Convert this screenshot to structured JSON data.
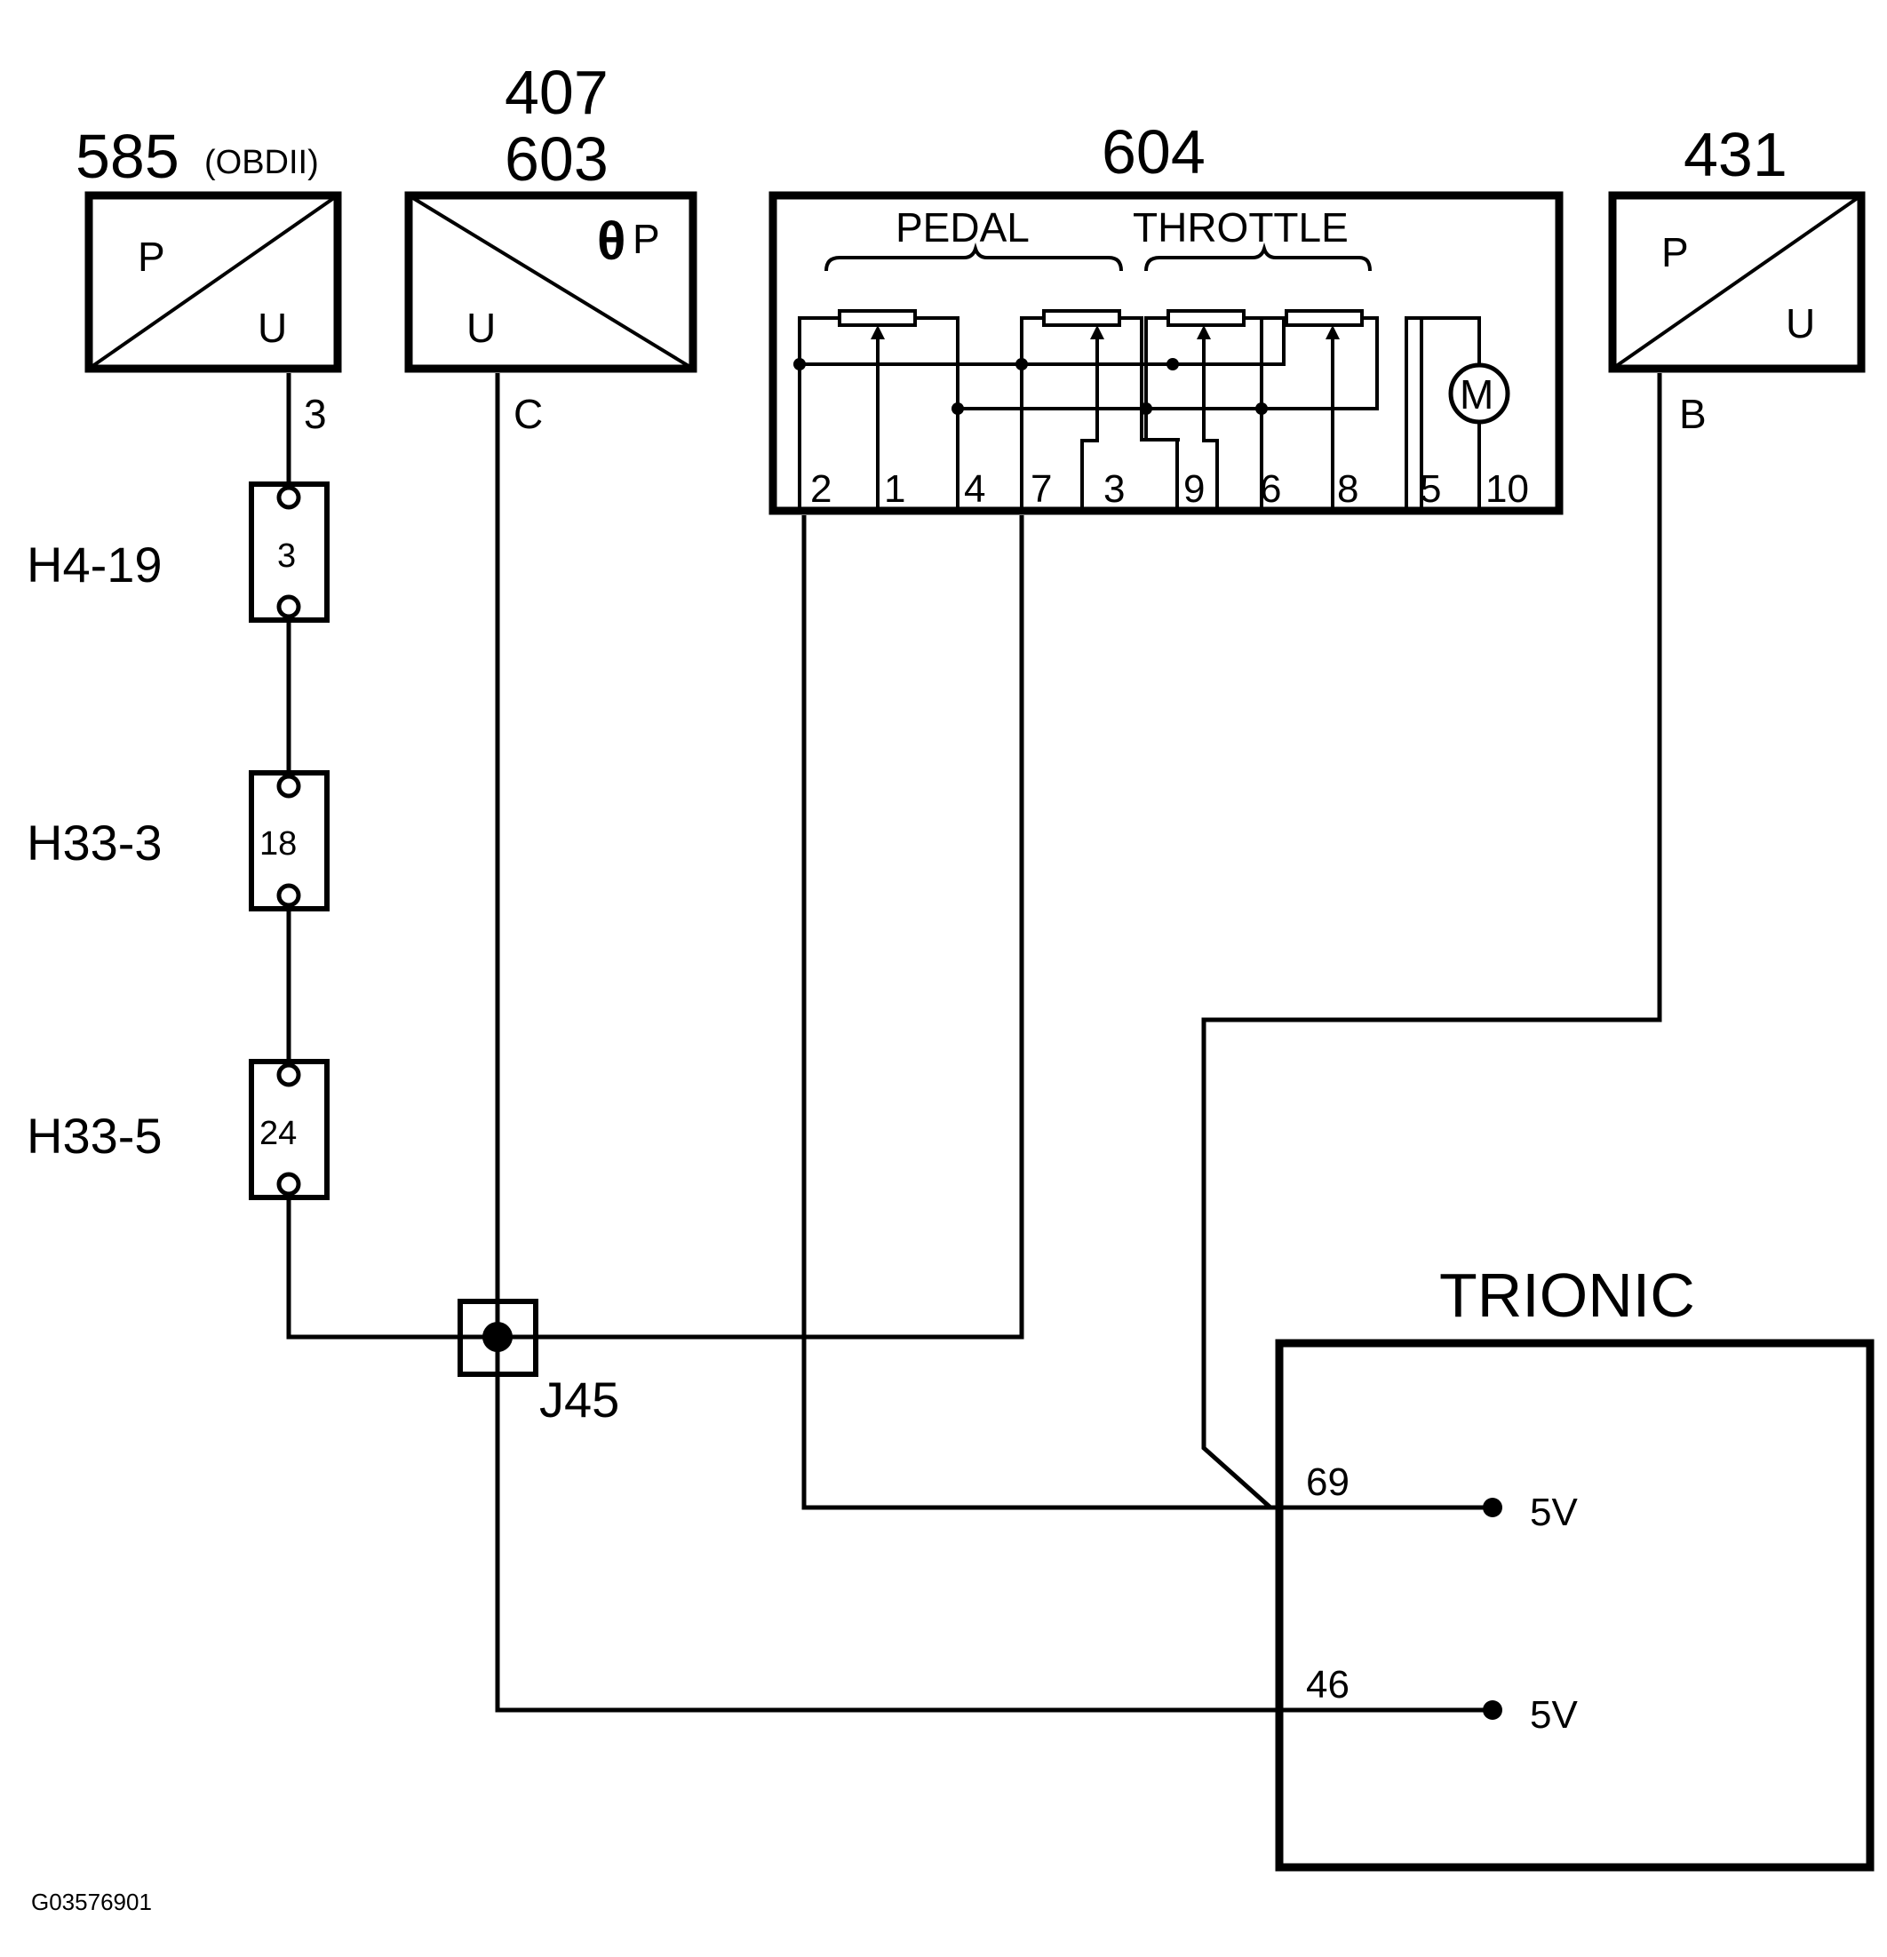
{
  "components": {
    "c585": {
      "id": "585",
      "suffix": "(OBDII)",
      "in": "P",
      "out": "U",
      "pin": "3"
    },
    "c407_603": {
      "id_top": "407",
      "id_bottom": "603",
      "in": "U",
      "symbol": "θ",
      "out": "P",
      "pin": "C"
    },
    "c604": {
      "id": "604",
      "groups": {
        "pedal": "PEDAL",
        "throttle": "THROTTLE"
      },
      "pins": [
        "2",
        "1",
        "4",
        "7",
        "3",
        "9",
        "6",
        "8",
        "5",
        "10"
      ],
      "motor": "M"
    },
    "c431": {
      "id": "431",
      "in": "P",
      "out": "U",
      "pin": "B"
    },
    "trionic": {
      "title": "TRIONIC",
      "pin_a": "69",
      "volt_a": "5V",
      "pin_b": "46",
      "volt_b": "5V"
    }
  },
  "connectors": [
    {
      "label": "H4-19",
      "pin": "3"
    },
    {
      "label": "H33-3",
      "pin": "18"
    },
    {
      "label": "H33-5",
      "pin": "24"
    }
  ],
  "junction": {
    "label": "J45"
  },
  "footer": {
    "code": "G03576901"
  }
}
